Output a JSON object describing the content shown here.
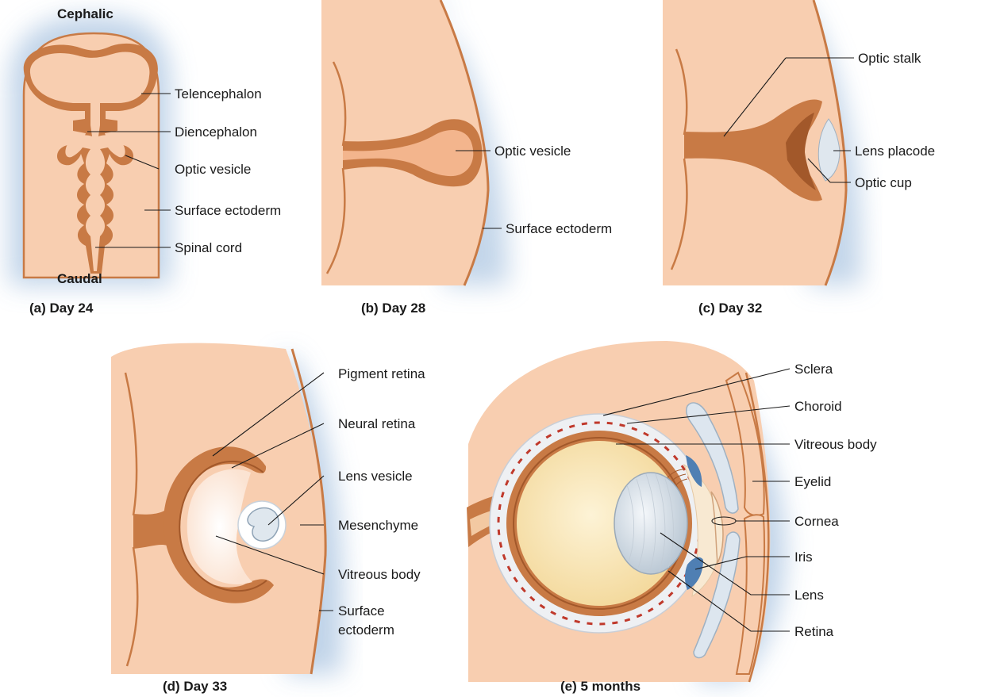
{
  "panels": {
    "a": {
      "caption": "(a) Day 24",
      "cephalic": "Cephalic",
      "caudal": "Caudal",
      "labels": {
        "telencephalon": "Telencephalon",
        "diencephalon": "Diencephalon",
        "optic_vesicle": "Optic vesicle",
        "surface_ectoderm": "Surface ectoderm",
        "spinal_cord": "Spinal cord"
      }
    },
    "b": {
      "caption": "(b) Day 28",
      "labels": {
        "optic_vesicle": "Optic vesicle",
        "surface_ectoderm": "Surface ectoderm"
      }
    },
    "c": {
      "caption": "(c) Day 32",
      "labels": {
        "optic_stalk": "Optic stalk",
        "lens_placode": "Lens placode",
        "optic_cup": "Optic cup"
      }
    },
    "d": {
      "caption": "(d) Day 33",
      "labels": {
        "pigment_retina": "Pigment retina",
        "neural_retina": "Neural retina",
        "lens_vesicle": "Lens vesicle",
        "mesenchyme": "Mesenchyme",
        "vitreous_body": "Vitreous body",
        "surface_ectoderm_1": "Surface",
        "surface_ectoderm_2": "ectoderm"
      }
    },
    "e": {
      "caption": "(e) 5 months",
      "labels": {
        "sclera": "Sclera",
        "choroid": "Choroid",
        "vitreous_body": "Vitreous body",
        "eyelid": "Eyelid",
        "cornea": "Cornea",
        "iris": "Iris",
        "lens": "Lens",
        "retina": "Retina"
      }
    }
  },
  "colors": {
    "tissue": "#f8ceb0",
    "neural": "#c87a45",
    "neural_dark": "#a2582a",
    "halo": "#b9cfe6",
    "vitreous": "#fbe8bc",
    "lens": "#dfe7ee",
    "iris": "#4f7fb3",
    "choroid_dots": "#c0392b"
  }
}
